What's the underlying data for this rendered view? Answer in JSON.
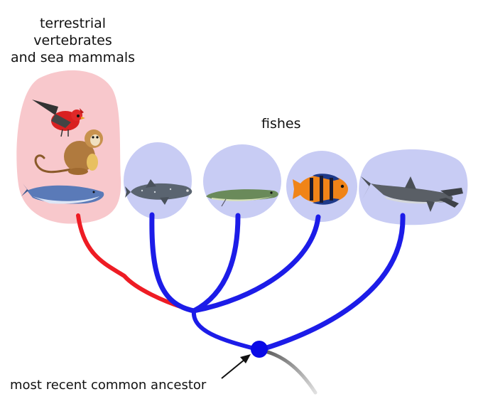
{
  "labels": {
    "terrestrial": [
      "terrestrial",
      "vertebrates",
      "and sea mammals"
    ],
    "fishes": "fishes",
    "ancestor": "most recent common ancestor"
  },
  "groups": [
    {
      "id": "terrestrial",
      "animals": [
        "cardinal bird",
        "squirrel monkey",
        "blue whale"
      ]
    },
    {
      "id": "coelacanth",
      "animals": [
        "coelacanth"
      ]
    },
    {
      "id": "lungfish",
      "animals": [
        "lungfish"
      ]
    },
    {
      "id": "flame-angelfish",
      "animals": [
        "flame angelfish"
      ]
    },
    {
      "id": "hammerhead-shark",
      "animals": [
        "hammerhead shark"
      ]
    }
  ],
  "colors": {
    "terrestrial_blob": "#f8c8cc",
    "fish_blob": "#c8ccf4",
    "terrestrial_branch": "#ee1c24",
    "fish_branch": "#1c1ce8",
    "ancestor_node": "#0a0ae6",
    "root_branch": "#9a9a9a"
  }
}
